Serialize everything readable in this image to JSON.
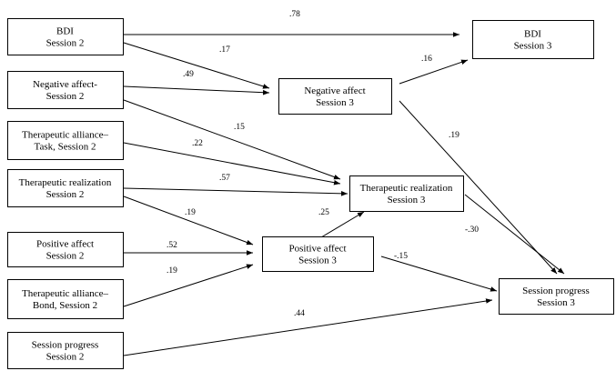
{
  "diagram": {
    "nodes": [
      {
        "id": "bdi2",
        "lines": [
          "BDI",
          "Session 2"
        ]
      },
      {
        "id": "neg2",
        "lines": [
          "Negative affect-",
          "Session 2"
        ]
      },
      {
        "id": "tat2",
        "lines": [
          "Therapeutic alliance–",
          "Task, Session 2"
        ]
      },
      {
        "id": "tr2",
        "lines": [
          "Therapeutic realization",
          "Session 2"
        ]
      },
      {
        "id": "pa2",
        "lines": [
          "Positive affect",
          "Session 2"
        ]
      },
      {
        "id": "tab2",
        "lines": [
          "Therapeutic alliance–",
          "Bond, Session 2"
        ]
      },
      {
        "id": "sp2",
        "lines": [
          "Session progress",
          "Session 2"
        ]
      },
      {
        "id": "neg3",
        "lines": [
          "Negative affect",
          "Session 3"
        ]
      },
      {
        "id": "tr3",
        "lines": [
          "Therapeutic realization",
          "Session 3"
        ]
      },
      {
        "id": "pa3",
        "lines": [
          "Positive affect",
          "Session 3"
        ]
      },
      {
        "id": "bdi3",
        "lines": [
          "BDI",
          "Session 3"
        ]
      },
      {
        "id": "sp3",
        "lines": [
          "Session progress",
          "Session 3"
        ]
      }
    ],
    "edges": [
      {
        "from": "bdi2",
        "to": "bdi3",
        "label": ".78"
      },
      {
        "from": "bdi2",
        "to": "neg3",
        "label": ".17"
      },
      {
        "from": "neg2",
        "to": "neg3",
        "label": ".49"
      },
      {
        "from": "neg2",
        "to": "tr3",
        "label": ".15"
      },
      {
        "from": "tat2",
        "to": "tr3",
        "label": ".22"
      },
      {
        "from": "tr2",
        "to": "tr3",
        "label": ".57"
      },
      {
        "from": "tr2",
        "to": "pa3",
        "label": ".19"
      },
      {
        "from": "pa2",
        "to": "pa3",
        "label": ".52"
      },
      {
        "from": "tab2",
        "to": "pa3",
        "label": ".19"
      },
      {
        "from": "pa3",
        "to": "tr3",
        "label": ".25"
      },
      {
        "from": "neg3",
        "to": "bdi3",
        "label": ".16"
      },
      {
        "from": "neg3",
        "to": "sp3",
        "label": ".19"
      },
      {
        "from": "tr3",
        "to": "sp3",
        "label": "-.30"
      },
      {
        "from": "pa3",
        "to": "sp3",
        "label": "-.15"
      },
      {
        "from": "sp2",
        "to": "sp3",
        "label": ".44"
      }
    ]
  }
}
